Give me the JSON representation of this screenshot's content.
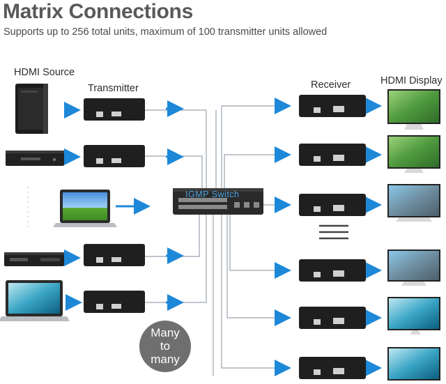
{
  "title": "Matrix Connections",
  "subtitle": "Supports up to 256 total units, maximum of 100 transmitter units allowed",
  "headers": {
    "source": "HDMI Source",
    "transmitter": "Transmitter",
    "receiver": "Receiver",
    "display": "HDMI Display"
  },
  "switch": {
    "label": "IGMP Switch"
  },
  "badge": {
    "line1": "Many",
    "line2": "to",
    "line3": "many"
  },
  "colors": {
    "arrow": "#1e88d8",
    "line": "#9aa4ae",
    "device": "#1f1f1f",
    "badge": "#6f6f6f",
    "switch_label": "#4aa3df"
  }
}
